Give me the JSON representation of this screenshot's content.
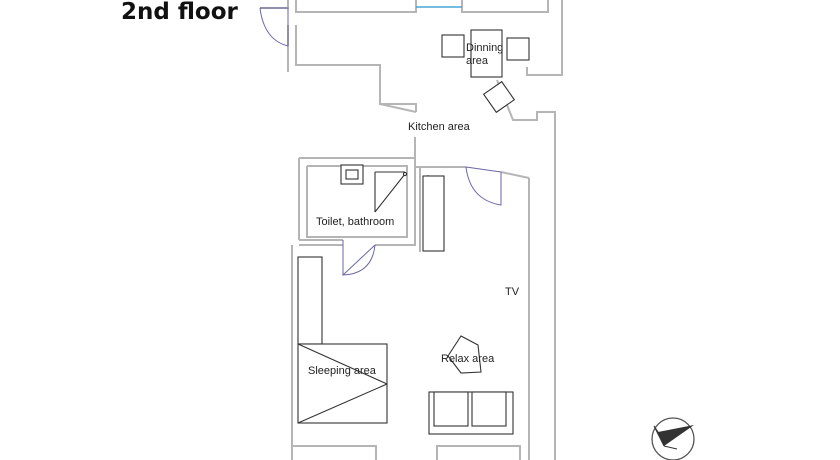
{
  "title": "2nd floor",
  "rooms": {
    "dining": "Dinning\narea",
    "kitchen": "Kitchen area",
    "bathroom": "Toilet, bathroom",
    "tv": "TV",
    "relax": "Relax area",
    "sleeping": "Sleeping area"
  },
  "colors": {
    "walls": "#b5b5b5",
    "furniture": "#333333",
    "door_swings": "#6a66a8",
    "window": "#4aa3d8"
  },
  "icons": [
    "compass-icon"
  ]
}
